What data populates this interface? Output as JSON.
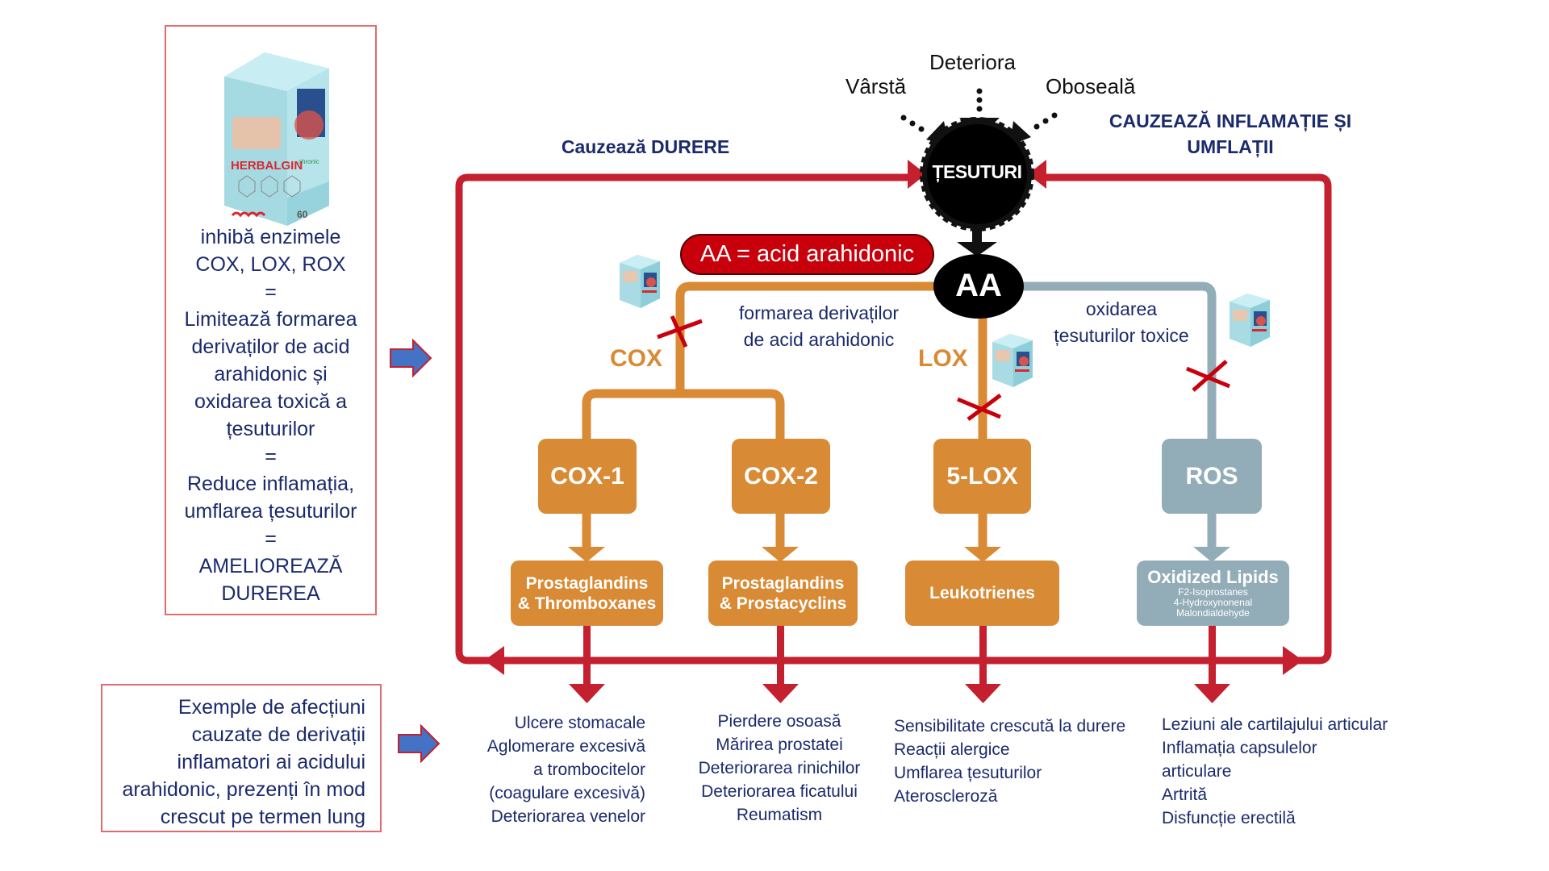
{
  "left_panel": {
    "product_name": "HERBALGIN chronic",
    "lines": [
      "inhibă enzimele",
      "COX, LOX, ROX",
      "=",
      "Limitează formarea",
      "derivaților de acid",
      "arahidonic și",
      "oxidarea toxică a",
      "țesuturilor",
      "=",
      "Reduce inflamația,",
      "umflarea țesuturilor",
      "=",
      "AMELIOREAZĂ",
      "DUREREA"
    ]
  },
  "examples_panel": {
    "lines": [
      "Exemple de afecțiuni",
      "cauzate de derivații",
      "inflamatori ai acidului",
      "arahidonic, prezenți în mod",
      "crescut pe termen lung"
    ]
  },
  "headings": {
    "pain": "Cauzează DURERE",
    "inflammation_line1": "CAUZEAZĂ INFLAMAȚIE ȘI",
    "inflammation_line2": "UMFLAȚII"
  },
  "factors": {
    "age": "Vârstă",
    "damage": "Deteriora",
    "fatigue": "Oboseală"
  },
  "nodes": {
    "tissues": "ȚESUTURI",
    "aa": "AA",
    "aa_label": "AA = acid arahidonic",
    "cox_branch": "COX",
    "lox_branch": "LOX",
    "formation_line1": "formarea derivaților",
    "formation_line2": "de acid arahidonic",
    "oxidation_line1": "oxidarea",
    "oxidation_line2": "țesuturilor toxice",
    "cox1": "COX-1",
    "cox2": "COX-2",
    "lox5": "5-LOX",
    "ros": "ROS",
    "cox1_product_line1": "Prostaglandins",
    "cox1_product_line2": "& Thromboxanes",
    "cox2_product_line1": "Prostaglandins",
    "cox2_product_line2": "& Prostacyclins",
    "lox_product": "Leukotrienes",
    "ros_product": "Oxidized Lipids",
    "ros_product_sub": [
      "F2-Isoprostanes",
      "4-Hydroxynonenal",
      "Malondialdehyde"
    ]
  },
  "effects": {
    "cox1": [
      "Ulcere stomacale",
      "Aglomerare excesivă",
      "a trombocitelor",
      "(coagulare excesivă)",
      "Deteriorarea venelor"
    ],
    "cox2": [
      "Pierdere osoasă",
      "Mărirea prostatei",
      "Deteriorarea rinichilor",
      "Deteriorarea ficatului",
      "Reumatism"
    ],
    "lox": [
      "Sensibilitate crescută la durere",
      "Reacții alergice",
      "Umflarea țesuturilor",
      "Ateroscleroză"
    ],
    "ros": [
      "Leziuni ale cartilajului articular",
      "Inflamația capsulelor",
      "articulare",
      "Artrită",
      "Disfuncție erectilă"
    ]
  },
  "colors": {
    "red_path": "#c4202f",
    "orange_path": "#d88a35",
    "grey_path": "#93adb8",
    "navy_text": "#1b2a6b",
    "pill_red": "#c8000c",
    "blue_arrow": "#4472c4"
  }
}
